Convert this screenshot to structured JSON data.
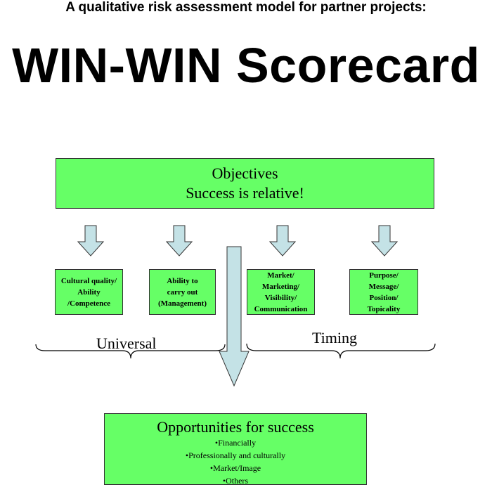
{
  "header": {
    "subtitle": "A qualitative risk assessment model for partner projects:",
    "title": "WIN-WIN Scorecard"
  },
  "objectives": {
    "line1": "Objectives",
    "line2": "Success is relative!"
  },
  "factors": [
    {
      "lines": [
        "Cultural quality/",
        "Ability",
        "/Competence"
      ]
    },
    {
      "lines": [
        "Ability to",
        "carry out",
        "(Management)"
      ]
    },
    {
      "lines": [
        "Market/",
        "Marketing/",
        "Visibility/",
        "Communication"
      ]
    },
    {
      "lines": [
        "Purpose/",
        "Message/",
        "Position/",
        "Topicality"
      ]
    }
  ],
  "groups": {
    "universal": "Universal",
    "timing": "Timing"
  },
  "opportunities": {
    "title": "Opportunities for success",
    "items": [
      "•Financially",
      "•Professionally and culturally",
      "•Market/Image",
      "•Others"
    ]
  },
  "colors": {
    "box_fill": "#66ff66",
    "arrow_fill": "#c4e2e6",
    "border": "#333333"
  }
}
